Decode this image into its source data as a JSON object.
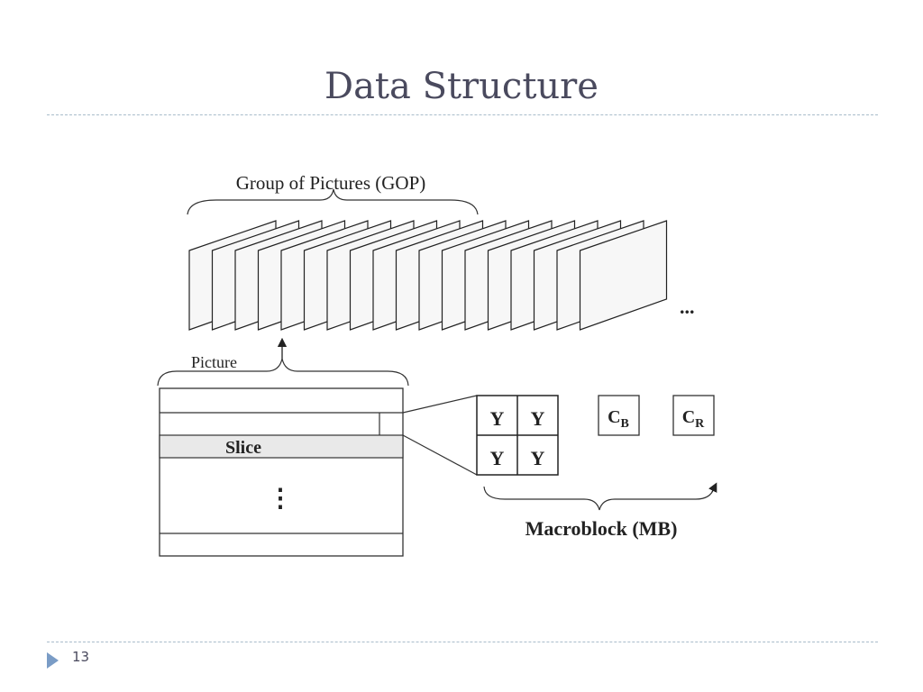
{
  "slide": {
    "title": "Data Structure",
    "page_number": "13"
  },
  "diagram": {
    "gop_label": "Group of Pictures (GOP)",
    "ellipsis": "...",
    "picture_label": "Picture",
    "slice_label": "Slice",
    "vertical_ellipsis": "⋮",
    "macroblock_label": "Macroblock (MB)",
    "luma_blocks": [
      "Y",
      "Y",
      "Y",
      "Y"
    ],
    "chroma_b": {
      "base": "C",
      "sub": "B"
    },
    "chroma_r": {
      "base": "C",
      "sub": "R"
    }
  }
}
